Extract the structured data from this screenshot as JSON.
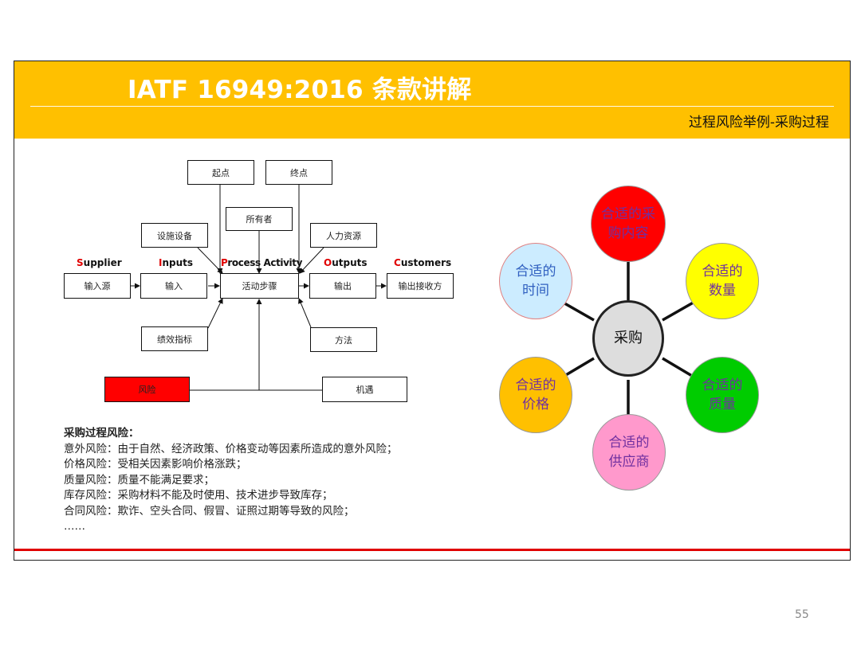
{
  "header": {
    "title": "IATF 16949:2016 条款讲解",
    "subtitle": "过程风险举例-采购过程",
    "background_color": "#FFC000"
  },
  "process_diagram": {
    "stages": [
      {
        "first": "S",
        "rest": "upplier"
      },
      {
        "first": "I",
        "rest": "nputs"
      },
      {
        "first": "P",
        "rest": "rocess Activity"
      },
      {
        "first": "O",
        "rest": "utputs"
      },
      {
        "first": "C",
        "rest": "ustomers"
      }
    ],
    "chain_boxes": [
      "输入源",
      "输入",
      "活动步骤",
      "输出",
      "输出接收方"
    ],
    "boxes": {
      "start": "起点",
      "end": "终点",
      "owner": "所有者",
      "facilities": "设施设备",
      "human_resources": "人力资源",
      "kpi": "绩效指标",
      "method": "方法",
      "risk": "风险",
      "opportunity": "机遇"
    },
    "risk_color": "#FF0000"
  },
  "risk_text": {
    "heading": "采购过程风险：",
    "lines": [
      "意外风险：由于自然、经济政策、价格变动等因素所造成的意外风险；",
      "价格风险：受相关因素影响价格涨跌；",
      "质量风险：质量不能满足要求；",
      "库存风险：采购材料不能及时使用、技术进步导致库存；",
      "合同风险：欺诈、空头合同、假冒、证照过期等导致的风险；",
      "……"
    ]
  },
  "purchase_wheel": {
    "center": "采购",
    "nodes": {
      "top": {
        "line1": "合适的采",
        "line2": "购内容",
        "fill": "#FF0000",
        "text_color": "#7030A0"
      },
      "upper_right": {
        "line1": "合适的",
        "line2": "数量",
        "fill": "#FFFF00",
        "text_color": "#7030A0"
      },
      "lower_right": {
        "line1": "合适的",
        "line2": "质量",
        "fill": "#00CC00",
        "text_color": "#7030A0"
      },
      "bottom": {
        "line1": "合适的",
        "line2": "供应商",
        "fill": "#FF99CC",
        "text_color": "#7030A0"
      },
      "lower_left": {
        "line1": "合适的",
        "line2": "价格",
        "fill": "#FFC000",
        "text_color": "#7030A0"
      },
      "upper_left": {
        "line1": "合适的",
        "line2": "时间",
        "fill": "#CCECFF",
        "text_color": "#3060C0"
      }
    }
  },
  "page_number": "55"
}
